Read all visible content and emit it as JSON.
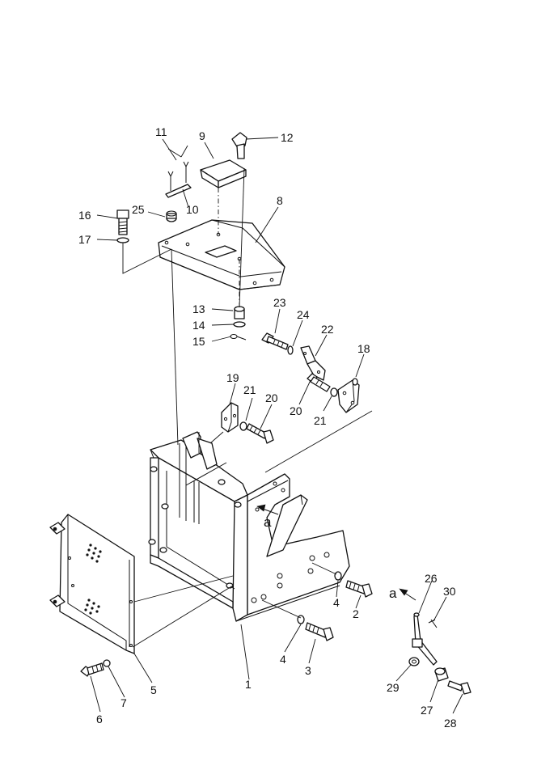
{
  "diagram": {
    "part_numbers": [
      "1",
      "2",
      "3",
      "4",
      "4",
      "5",
      "6",
      "7",
      "8",
      "9",
      "10",
      "11",
      "12",
      "13",
      "14",
      "15",
      "16",
      "17",
      "18",
      "19",
      "20",
      "20",
      "21",
      "21",
      "22",
      "23",
      "24",
      "25",
      "26",
      "27",
      "28",
      "29",
      "30"
    ],
    "view_labels": [
      "a",
      "a"
    ]
  }
}
